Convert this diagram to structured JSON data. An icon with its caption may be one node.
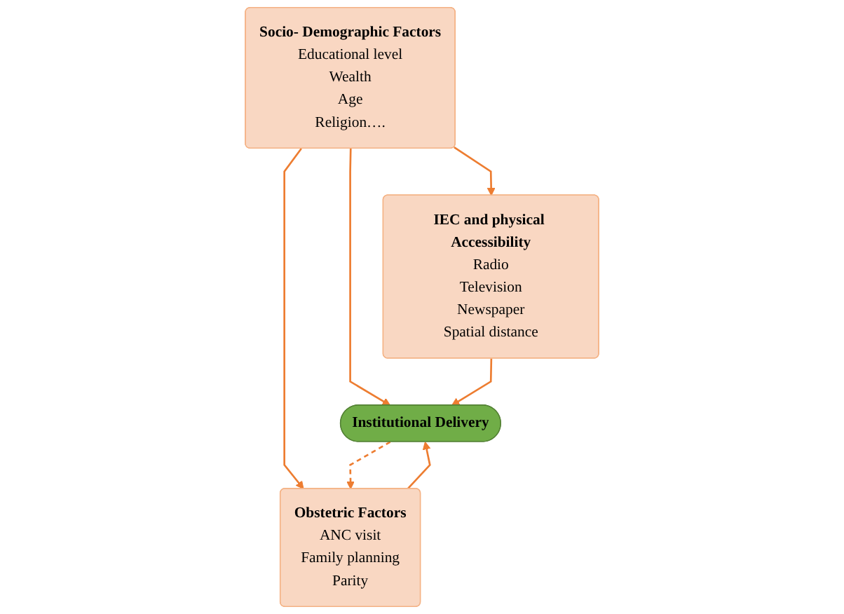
{
  "diagram": {
    "nodes": [
      {
        "text": [
          "Socio- Demographic Factors",
          "Educational level",
          "Wealth",
          "Age",
          "Religion…."
        ]
      },
      {
        "text": [
          "IEC and physical Accessibility",
          "Radio",
          "Television",
          "Newspaper",
          "Spatial distance"
        ]
      },
      {
        "text": [
          "Obstetric Factors",
          "ANC visit",
          "Family planning",
          "Parity"
        ]
      },
      {
        "text": [
          "Institutional Delivery"
        ]
      }
    ],
    "edges": [
      {
        "from": 0,
        "to": 1,
        "arrow": "to"
      },
      {
        "from": 0,
        "to": 2,
        "arrow": "to"
      },
      {
        "from": 0,
        "to": 3,
        "arrow": "to"
      },
      {
        "from": 1,
        "to": 3,
        "arrow": "to"
      },
      {
        "from": 3,
        "to": 2,
        "arrow": "to",
        "style": "dashed"
      },
      {
        "from": 2,
        "to": 3,
        "arrow": "to"
      }
    ]
  }
}
